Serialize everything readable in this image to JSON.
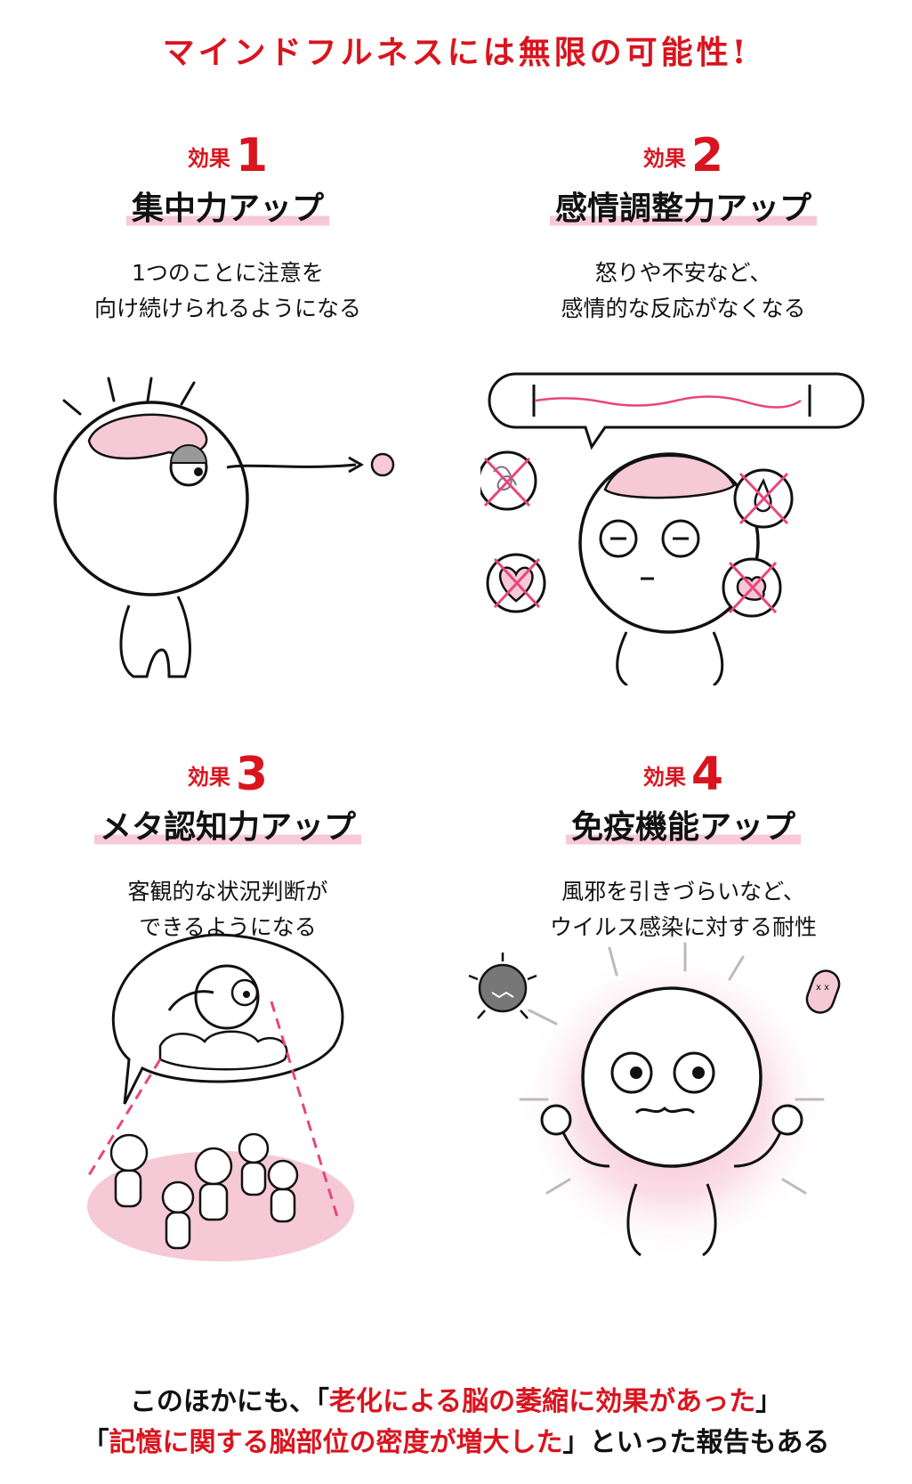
{
  "title": "マインドフルネスには無限の可能性!",
  "effects": [
    {
      "label": "効果",
      "number": "1",
      "heading": "集中力アップ",
      "description": "1つのことに注意を\n向け続けられるようになる"
    },
    {
      "label": "効果",
      "number": "2",
      "heading": "感情調整力アップ",
      "description": "怒りや不安など、\n感情的な反応がなくなる"
    },
    {
      "label": "効果",
      "number": "3",
      "heading": "メタ認知力アップ",
      "description": "客観的な状況判断が\nできるようになる"
    },
    {
      "label": "効果",
      "number": "4",
      "heading": "免疫機能アップ",
      "description": "風邪を引きづらいなど、\nウイルス感染に対する耐性"
    }
  ],
  "footer": {
    "line1_prefix": "このほかにも、「",
    "line1_highlight": "老化による脳の萎縮に効果があった",
    "line1_suffix": "」",
    "line2_prefix": "「",
    "line2_highlight": "記憶に関する脳部位の密度が増大した",
    "line2_suffix": "」といった報告もある"
  },
  "colors": {
    "accent": "#d9141e",
    "highlight": "#f7c9d8",
    "pink": "#e8457f"
  }
}
